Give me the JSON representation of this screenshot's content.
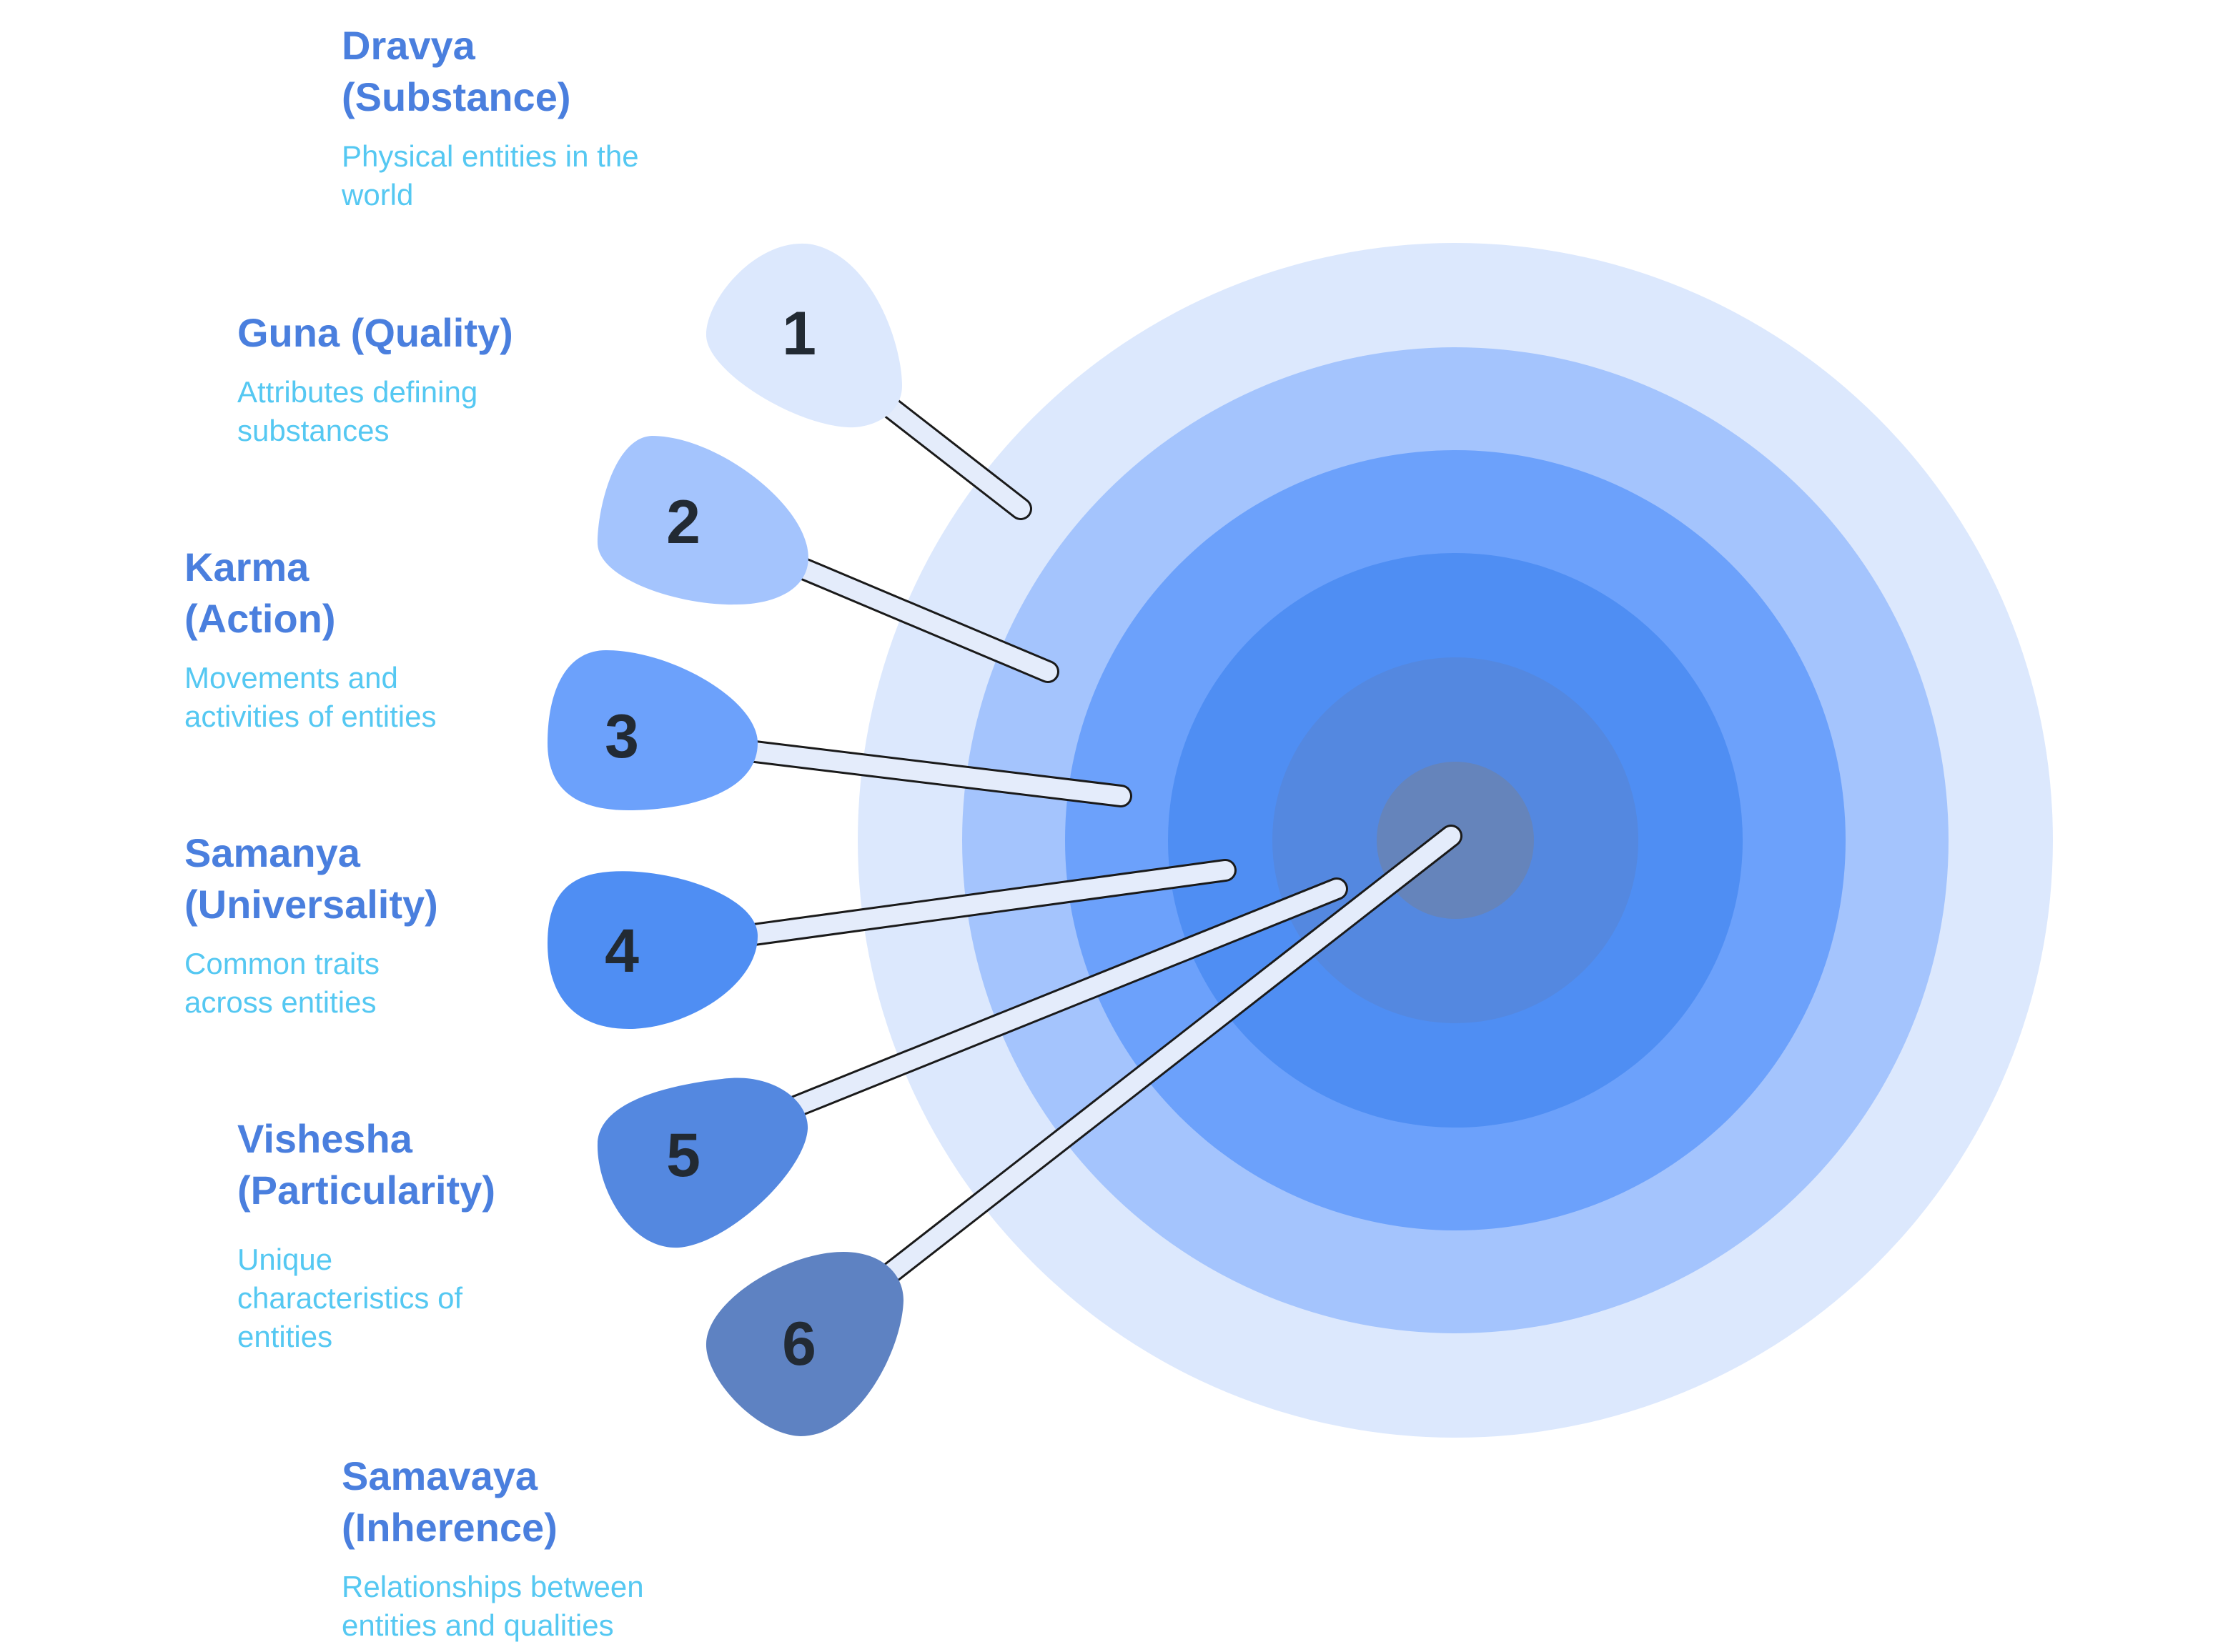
{
  "items": [
    {
      "number": "1",
      "title": "Dravya (Substance)",
      "description": "Physical entities in the world",
      "color": "#dce8fd"
    },
    {
      "number": "2",
      "title": "Guna (Quality)",
      "description": "Attributes defining substances",
      "color": "#a4c4fd"
    },
    {
      "number": "3",
      "title": "Karma (Action)",
      "description": "Movements and activities of entities",
      "color": "#6ca1fb"
    },
    {
      "number": "4",
      "title": "Samanya (Universality)",
      "description": "Common traits across entities",
      "color": "#4f8ef3"
    },
    {
      "number": "5",
      "title": "Vishesha (Particularity)",
      "description": "Unique characteristics of entities",
      "color": "#5488e0"
    },
    {
      "number": "6",
      "title": "Samavaya (Inherence)",
      "description": "Relationships between entities and qualities",
      "color": "#5e82c2"
    }
  ],
  "target_ring_colors": [
    "#dce8fd",
    "#a4c4fd",
    "#6ca1fb",
    "#4f8ef3",
    "#5488e0",
    "#6584bb"
  ],
  "title_color": "#4a7fde",
  "description_color": "#55c8f2"
}
